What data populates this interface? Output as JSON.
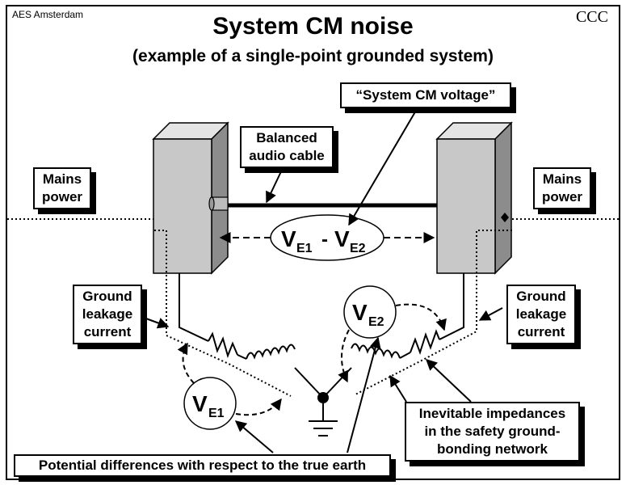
{
  "header": {
    "organization": "AES Amsterdam",
    "corner_mark": "CCC",
    "title": "System CM noise",
    "subtitle": "(example of a single-point grounded system)"
  },
  "callouts": {
    "system_cm_voltage": "“System CM voltage”",
    "balanced_cable": "Balanced\naudio cable",
    "mains_power_left": "Mains\npower",
    "mains_power_right": "Mains\npower",
    "ground_leakage_left": "Ground\nleakage\ncurrent",
    "ground_leakage_right": "Ground\nleakage\ncurrent",
    "impedances": "Inevitable impedances\nin the safety ground-\nbonding network",
    "potential_differences": "Potential differences with respect to the true earth"
  },
  "symbols": {
    "ve1_main": "V",
    "ve1_sub": "E1",
    "ve2_main": "V",
    "ve2_sub": "E2",
    "diff_v1": "V",
    "diff_sub1": "E1",
    "diff_minus": "-",
    "diff_v2": "V",
    "diff_sub2": "E2"
  },
  "colors": {
    "box_front": "#c8c8c8",
    "box_side": "#8c8c8c",
    "box_top": "#e4e4e4",
    "line": "#000000"
  }
}
